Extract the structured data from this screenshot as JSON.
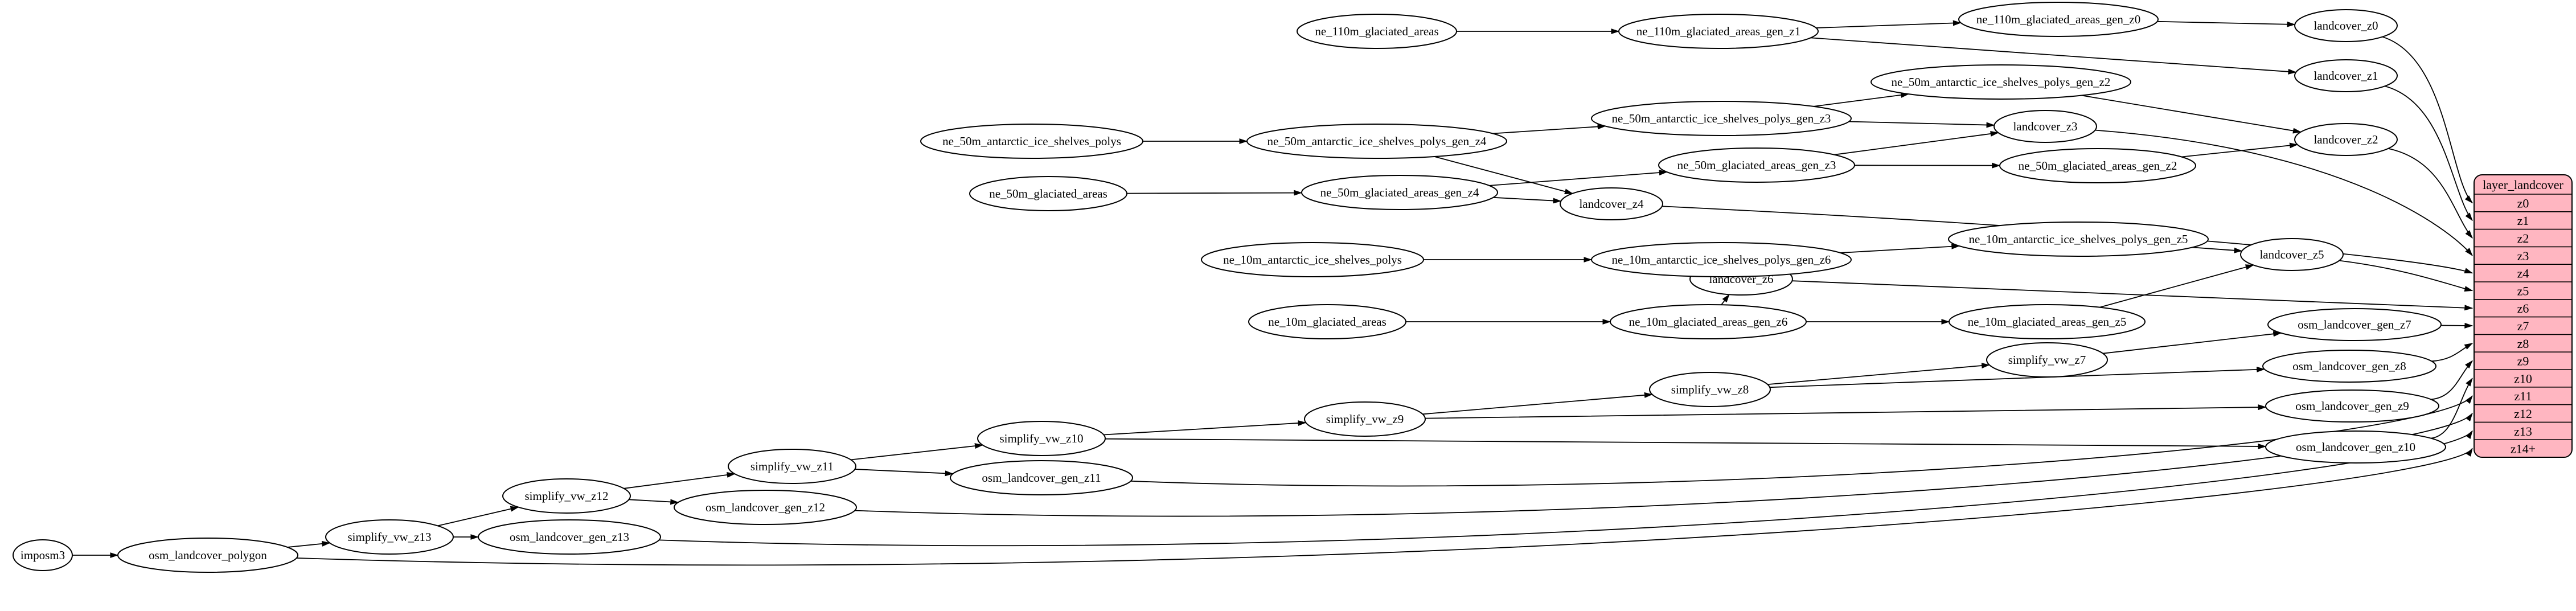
{
  "diagram": {
    "kind": "dependency-graph",
    "background": "#ffffff"
  },
  "colors": {
    "node_fill": "#ffffff",
    "node_stroke": "#000000",
    "edge_stroke": "#000000",
    "table_fill": "#ffb6c1",
    "table_stroke": "#000000",
    "text": "#000000"
  },
  "graph": {
    "nodes": [
      {
        "id": "imposm3",
        "label": "imposm3"
      },
      {
        "id": "osm_landcover_polygon",
        "label": "osm_landcover_polygon"
      },
      {
        "id": "simplify_vw_z13",
        "label": "simplify_vw_z13"
      },
      {
        "id": "osm_landcover_gen_z13",
        "label": "osm_landcover_gen_z13"
      },
      {
        "id": "simplify_vw_z12",
        "label": "simplify_vw_z12"
      },
      {
        "id": "osm_landcover_gen_z12",
        "label": "osm_landcover_gen_z12"
      },
      {
        "id": "simplify_vw_z11",
        "label": "simplify_vw_z11"
      },
      {
        "id": "osm_landcover_gen_z11",
        "label": "osm_landcover_gen_z11"
      },
      {
        "id": "simplify_vw_z10",
        "label": "simplify_vw_z10"
      },
      {
        "id": "simplify_vw_z9",
        "label": "simplify_vw_z9"
      },
      {
        "id": "simplify_vw_z8",
        "label": "simplify_vw_z8"
      },
      {
        "id": "simplify_vw_z7",
        "label": "simplify_vw_z7"
      },
      {
        "id": "osm_landcover_gen_z7",
        "label": "osm_landcover_gen_z7"
      },
      {
        "id": "osm_landcover_gen_z8",
        "label": "osm_landcover_gen_z8"
      },
      {
        "id": "osm_landcover_gen_z9",
        "label": "osm_landcover_gen_z9"
      },
      {
        "id": "osm_landcover_gen_z10",
        "label": "osm_landcover_gen_z10"
      },
      {
        "id": "ne_10m_glaciated_areas",
        "label": "ne_10m_glaciated_areas"
      },
      {
        "id": "ne_10m_glaciated_areas_gen_z6",
        "label": "ne_10m_glaciated_areas_gen_z6"
      },
      {
        "id": "ne_10m_glaciated_areas_gen_z5",
        "label": "ne_10m_glaciated_areas_gen_z5"
      },
      {
        "id": "landcover_z6",
        "label": "landcover_z6"
      },
      {
        "id": "ne_10m_antarctic_ice_shelves_polys",
        "label": "ne_10m_antarctic_ice_shelves_polys"
      },
      {
        "id": "ne_10m_antarctic_ice_shelves_polys_gen_z6",
        "label": "ne_10m_antarctic_ice_shelves_polys_gen_z6"
      },
      {
        "id": "ne_10m_antarctic_ice_shelves_polys_gen_z5",
        "label": "ne_10m_antarctic_ice_shelves_polys_gen_z5"
      },
      {
        "id": "landcover_z5",
        "label": "landcover_z5"
      },
      {
        "id": "ne_50m_glaciated_areas",
        "label": "ne_50m_glaciated_areas"
      },
      {
        "id": "ne_50m_glaciated_areas_gen_z4",
        "label": "ne_50m_glaciated_areas_gen_z4"
      },
      {
        "id": "landcover_z4",
        "label": "landcover_z4"
      },
      {
        "id": "ne_50m_glaciated_areas_gen_z3",
        "label": "ne_50m_glaciated_areas_gen_z3"
      },
      {
        "id": "ne_50m_glaciated_areas_gen_z2",
        "label": "ne_50m_glaciated_areas_gen_z2"
      },
      {
        "id": "landcover_z3",
        "label": "landcover_z3"
      },
      {
        "id": "ne_50m_antarctic_ice_shelves_polys_gen_z3",
        "label": "ne_50m_antarctic_ice_shelves_polys_gen_z3"
      },
      {
        "id": "ne_50m_antarctic_ice_shelves_polys_gen_z2",
        "label": "ne_50m_antarctic_ice_shelves_polys_gen_z2"
      },
      {
        "id": "ne_50m_antarctic_ice_shelves_polys",
        "label": "ne_50m_antarctic_ice_shelves_polys"
      },
      {
        "id": "ne_50m_antarctic_ice_shelves_polys_gen_z4",
        "label": "ne_50m_antarctic_ice_shelves_polys_gen_z4"
      },
      {
        "id": "ne_110m_glaciated_areas",
        "label": "ne_110m_glaciated_areas"
      },
      {
        "id": "ne_110m_glaciated_areas_gen_z1",
        "label": "ne_110m_glaciated_areas_gen_z1"
      },
      {
        "id": "ne_110m_glaciated_areas_gen_z0",
        "label": "ne_110m_glaciated_areas_gen_z0"
      },
      {
        "id": "landcover_z0",
        "label": "landcover_z0"
      },
      {
        "id": "landcover_z1",
        "label": "landcover_z1"
      },
      {
        "id": "landcover_z2",
        "label": "landcover_z2"
      }
    ],
    "edges": [
      {
        "from": "imposm3",
        "to": "osm_landcover_polygon"
      },
      {
        "from": "osm_landcover_polygon",
        "to": "simplify_vw_z13"
      },
      {
        "from": "osm_landcover_polygon",
        "to": "z14+"
      },
      {
        "from": "simplify_vw_z13",
        "to": "simplify_vw_z12"
      },
      {
        "from": "simplify_vw_z13",
        "to": "osm_landcover_gen_z13"
      },
      {
        "from": "osm_landcover_gen_z13",
        "to": "z13"
      },
      {
        "from": "simplify_vw_z12",
        "to": "simplify_vw_z11"
      },
      {
        "from": "simplify_vw_z12",
        "to": "osm_landcover_gen_z12"
      },
      {
        "from": "osm_landcover_gen_z12",
        "to": "z12"
      },
      {
        "from": "simplify_vw_z11",
        "to": "simplify_vw_z10"
      },
      {
        "from": "simplify_vw_z11",
        "to": "osm_landcover_gen_z11"
      },
      {
        "from": "osm_landcover_gen_z11",
        "to": "z11"
      },
      {
        "from": "simplify_vw_z10",
        "to": "simplify_vw_z9"
      },
      {
        "from": "simplify_vw_z10",
        "to": "osm_landcover_gen_z10"
      },
      {
        "from": "osm_landcover_gen_z10",
        "to": "z10"
      },
      {
        "from": "simplify_vw_z9",
        "to": "simplify_vw_z8"
      },
      {
        "from": "simplify_vw_z9",
        "to": "osm_landcover_gen_z9"
      },
      {
        "from": "osm_landcover_gen_z9",
        "to": "z9"
      },
      {
        "from": "simplify_vw_z8",
        "to": "simplify_vw_z7"
      },
      {
        "from": "simplify_vw_z8",
        "to": "osm_landcover_gen_z8"
      },
      {
        "from": "osm_landcover_gen_z8",
        "to": "z8"
      },
      {
        "from": "simplify_vw_z7",
        "to": "osm_landcover_gen_z7"
      },
      {
        "from": "osm_landcover_gen_z7",
        "to": "z7"
      },
      {
        "from": "ne_10m_glaciated_areas",
        "to": "ne_10m_glaciated_areas_gen_z6"
      },
      {
        "from": "ne_10m_glaciated_areas_gen_z6",
        "to": "ne_10m_glaciated_areas_gen_z5"
      },
      {
        "from": "ne_10m_glaciated_areas_gen_z6",
        "to": "landcover_z6"
      },
      {
        "from": "ne_10m_glaciated_areas_gen_z5",
        "to": "landcover_z5"
      },
      {
        "from": "ne_10m_antarctic_ice_shelves_polys",
        "to": "ne_10m_antarctic_ice_shelves_polys_gen_z6"
      },
      {
        "from": "ne_10m_antarctic_ice_shelves_polys_gen_z6",
        "to": "ne_10m_antarctic_ice_shelves_polys_gen_z5"
      },
      {
        "from": "ne_10m_antarctic_ice_shelves_polys_gen_z6",
        "to": "landcover_z6"
      },
      {
        "from": "ne_10m_antarctic_ice_shelves_polys_gen_z5",
        "to": "landcover_z5"
      },
      {
        "from": "landcover_z5",
        "to": "z5"
      },
      {
        "from": "landcover_z6",
        "to": "z6"
      },
      {
        "from": "ne_50m_glaciated_areas",
        "to": "ne_50m_glaciated_areas_gen_z4"
      },
      {
        "from": "ne_50m_glaciated_areas_gen_z4",
        "to": "ne_50m_glaciated_areas_gen_z3"
      },
      {
        "from": "ne_50m_glaciated_areas_gen_z4",
        "to": "landcover_z4"
      },
      {
        "from": "ne_50m_glaciated_areas_gen_z3",
        "to": "ne_50m_glaciated_areas_gen_z2"
      },
      {
        "from": "ne_50m_glaciated_areas_gen_z3",
        "to": "landcover_z3"
      },
      {
        "from": "ne_50m_glaciated_areas_gen_z2",
        "to": "landcover_z2"
      },
      {
        "from": "ne_50m_antarctic_ice_shelves_polys",
        "to": "ne_50m_antarctic_ice_shelves_polys_gen_z4"
      },
      {
        "from": "ne_50m_antarctic_ice_shelves_polys_gen_z4",
        "to": "ne_50m_antarctic_ice_shelves_polys_gen_z3"
      },
      {
        "from": "ne_50m_antarctic_ice_shelves_polys_gen_z4",
        "to": "landcover_z4"
      },
      {
        "from": "ne_50m_antarctic_ice_shelves_polys_gen_z3",
        "to": "ne_50m_antarctic_ice_shelves_polys_gen_z2"
      },
      {
        "from": "ne_50m_antarctic_ice_shelves_polys_gen_z3",
        "to": "landcover_z3"
      },
      {
        "from": "ne_50m_antarctic_ice_shelves_polys_gen_z2",
        "to": "landcover_z2"
      },
      {
        "from": "landcover_z2",
        "to": "z2"
      },
      {
        "from": "landcover_z3",
        "to": "z3"
      },
      {
        "from": "landcover_z4",
        "to": "z4"
      },
      {
        "from": "ne_110m_glaciated_areas",
        "to": "ne_110m_glaciated_areas_gen_z1"
      },
      {
        "from": "ne_110m_glaciated_areas_gen_z1",
        "to": "ne_110m_glaciated_areas_gen_z0"
      },
      {
        "from": "ne_110m_glaciated_areas_gen_z1",
        "to": "landcover_z1"
      },
      {
        "from": "ne_110m_glaciated_areas_gen_z0",
        "to": "landcover_z0"
      },
      {
        "from": "landcover_z0",
        "to": "z0"
      },
      {
        "from": "landcover_z1",
        "to": "z1"
      }
    ]
  },
  "table": {
    "title": "layer_landcover",
    "rows": [
      "z0",
      "z1",
      "z2",
      "z3",
      "z4",
      "z5",
      "z6",
      "z7",
      "z8",
      "z9",
      "z10",
      "z11",
      "z12",
      "z13",
      "z14+"
    ]
  }
}
